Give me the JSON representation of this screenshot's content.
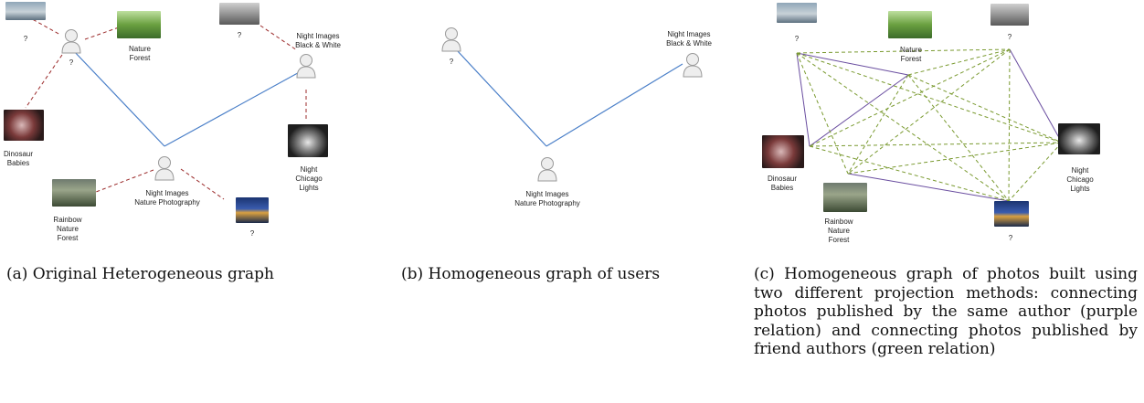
{
  "panel_a": {
    "user_top_label": "?",
    "user_right_label": "Night Images\nBlack & White",
    "user_bottom_label": "Night Images\nNature Photography",
    "photo_sea_label": "?",
    "photo_forest_label": "Nature\nForest",
    "photo_city_label": "?",
    "photo_dino_label": "Dinosaur\nBabies",
    "photo_chicago_label": "Night\nChicago\nLights",
    "photo_rainbow_label": "Rainbow\nNature\nForest",
    "photo_bridge_label": "?",
    "caption": "(a) Original Heterogeneous graph"
  },
  "panel_b": {
    "user_left_label": "?",
    "user_right_label": "Night Images\nBlack & White",
    "user_bottom_label": "Night Images\nNature Photography",
    "caption": "(b) Homogeneous graph of users"
  },
  "panel_c": {
    "photo_sea_label": "?",
    "photo_forest_label": "Nature\nForest",
    "photo_city_label": "?",
    "photo_dino_label": "Dinosaur\nBabies",
    "photo_chicago_label": "Night\nChicago\nLights",
    "photo_rainbow_label": "Rainbow\nNature\nForest",
    "photo_bridge_label": "?",
    "caption": "(c) Homogeneous graph of photos built using two different projection methods: connecting photos published by the same author (purple relation) and connecting photos published by friend authors (green relation)"
  },
  "colors": {
    "user_edge": "#4a7fc8",
    "photo_edge": "#9b2a2a",
    "same_author": "#6a4ea0",
    "friend_author": "#7a9a30"
  }
}
